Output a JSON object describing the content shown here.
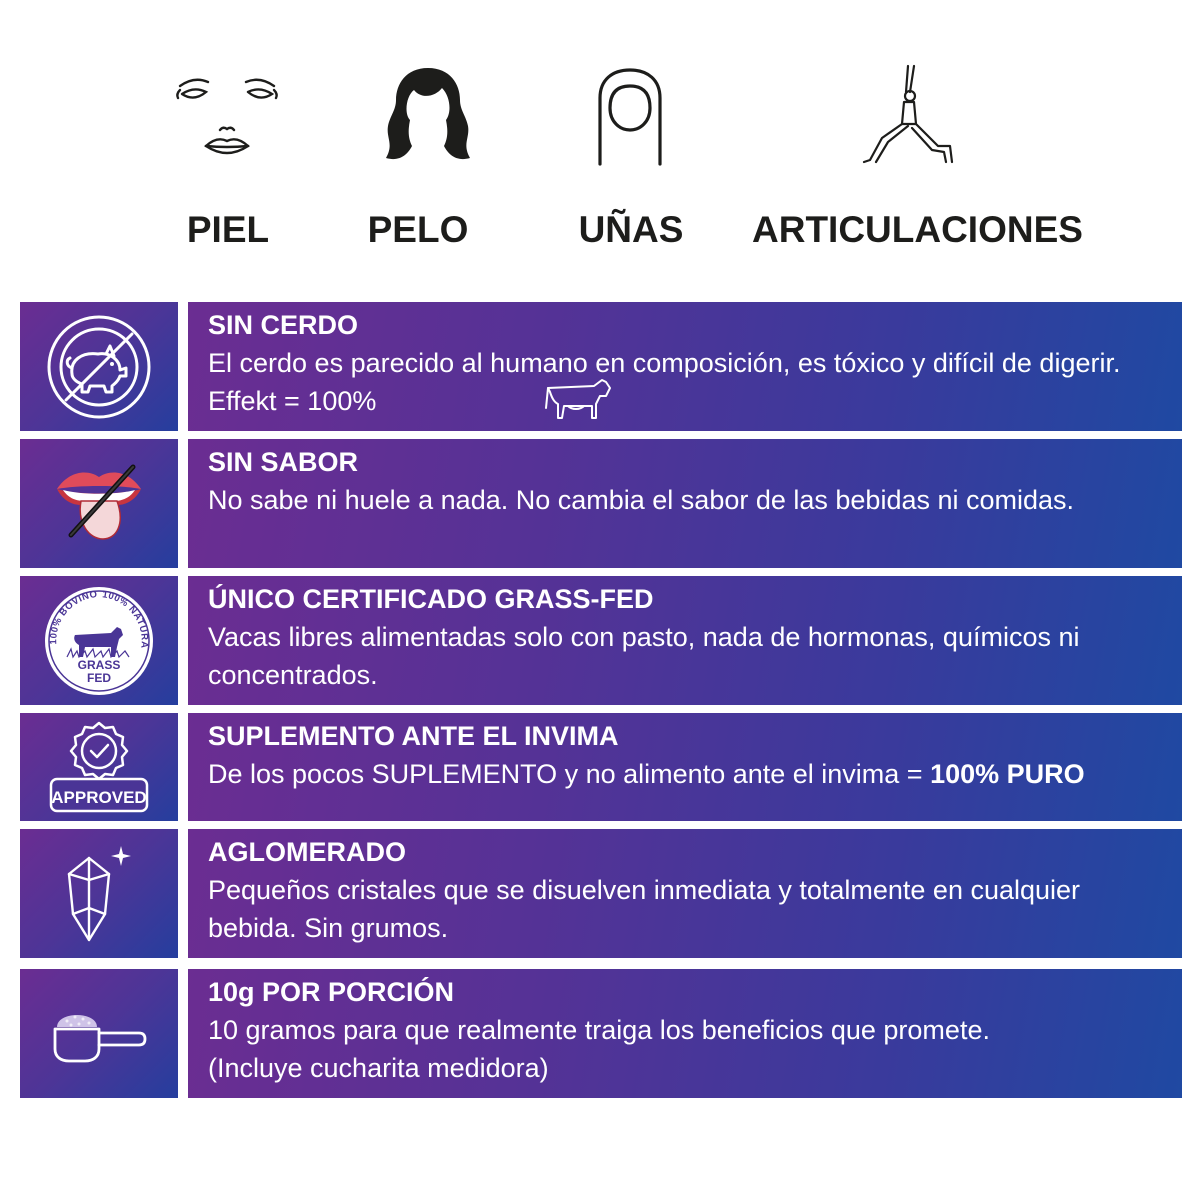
{
  "benefits": [
    {
      "label": "PIEL",
      "icon": "face-icon"
    },
    {
      "label": "PELO",
      "icon": "hair-icon"
    },
    {
      "label": "UÑAS",
      "icon": "nail-icon"
    },
    {
      "label": "ARTICULACIONES",
      "icon": "yoga-pose-icon"
    }
  ],
  "features": [
    {
      "icon": "no-pork-icon",
      "title": "SIN CERDO",
      "desc": "El cerdo es parecido al humano en composición, es tóxico y difícil de digerir. Effekt = 100%",
      "extra_icon": "cow-icon"
    },
    {
      "icon": "no-taste-icon",
      "title": "SIN SABOR",
      "desc": "No sabe ni huele a nada. No cambia el sabor de las bebidas ni comidas."
    },
    {
      "icon": "grass-fed-seal-icon",
      "title": "ÚNICO CERTIFICADO GRASS-FED",
      "desc": "Vacas libres alimentadas solo con pasto, nada de hormonas, químicos ni concentrados.",
      "seal": {
        "top_left": "100% BOVINO",
        "top_right": "100% NATURAL",
        "line1": "GRASS",
        "line2": "FED"
      }
    },
    {
      "icon": "approved-badge-icon",
      "title": "SUPLEMENTO ANTE EL INVIMA",
      "desc": "De los pocos SUPLEMENTO y no alimento ante el invima = ",
      "desc_bold": "100% PURO",
      "badge": "APPROVED"
    },
    {
      "icon": "crystal-icon",
      "title": "AGLOMERADO",
      "desc": "Pequeños cristales que se disuelven inmediata y totalmente en cualquier bebida. Sin grumos."
    },
    {
      "icon": "measuring-scoop-icon",
      "title": "10g POR PORCIÓN",
      "desc": "10 gramos para que realmente traiga los beneficios que promete.",
      "desc2": "(Incluye cucharita medidora)"
    }
  ],
  "colors": {
    "purple": "#6b2d92",
    "blue": "#1f49a2",
    "text_dark": "#1d1d1b"
  }
}
